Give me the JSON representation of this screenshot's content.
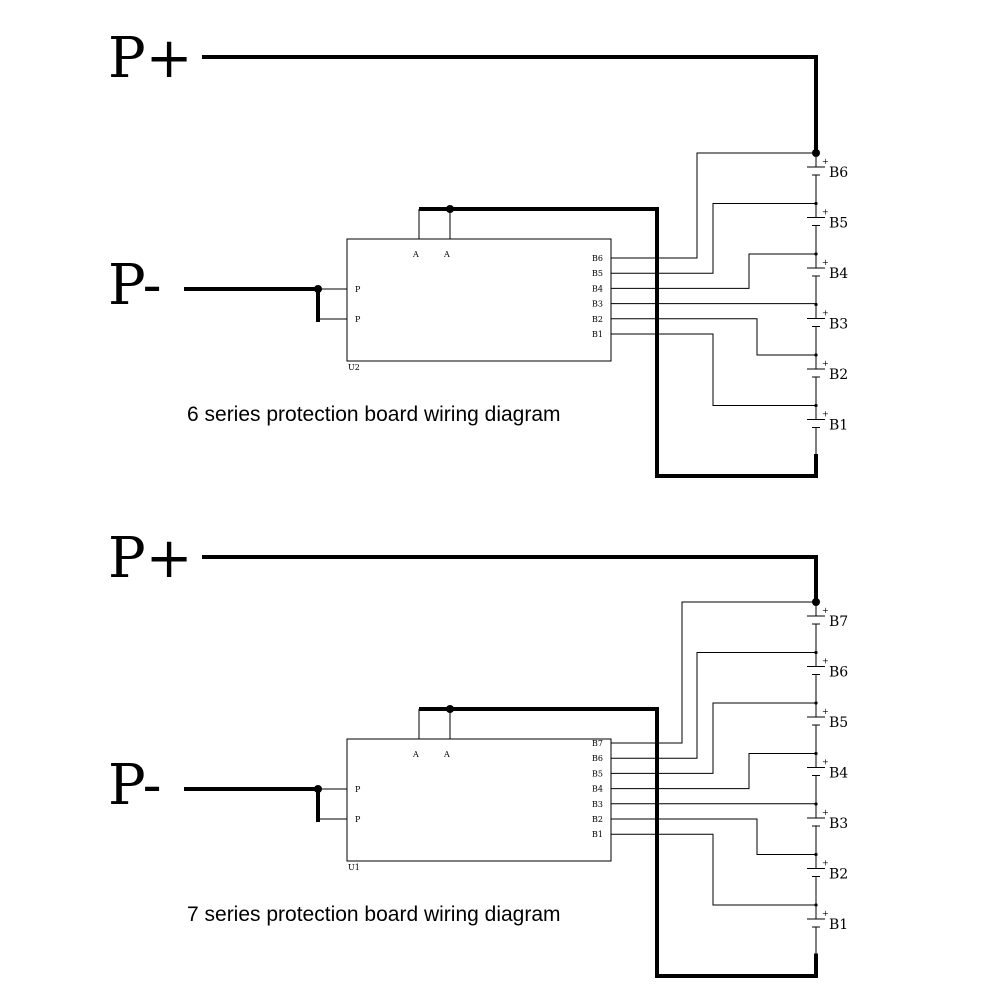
{
  "diagrams": [
    {
      "id": "six",
      "p_plus_label": "P+",
      "p_minus_label": "P-",
      "board_label": "U2",
      "p_pin_labels": [
        "P",
        "P"
      ],
      "top_pin_labels": [
        "A",
        "A"
      ],
      "balance_pin_labels": [
        "B6",
        "B5",
        "B4",
        "B3",
        "B2",
        "B1"
      ],
      "cell_labels": [
        "B6",
        "B5",
        "B4",
        "B3",
        "B2",
        "B1"
      ],
      "caption": "6 series protection board wiring diagram"
    },
    {
      "id": "seven",
      "p_plus_label": "P+",
      "p_minus_label": "P-",
      "board_label": "U1",
      "p_pin_labels": [
        "P",
        "P"
      ],
      "top_pin_labels": [
        "A",
        "A"
      ],
      "balance_pin_labels": [
        "B7",
        "B6",
        "B5",
        "B4",
        "B3",
        "B2",
        "B1"
      ],
      "cell_labels": [
        "B7",
        "B6",
        "B5",
        "B4",
        "B3",
        "B2",
        "B1"
      ],
      "caption": "7 series protection board wiring diagram"
    }
  ]
}
